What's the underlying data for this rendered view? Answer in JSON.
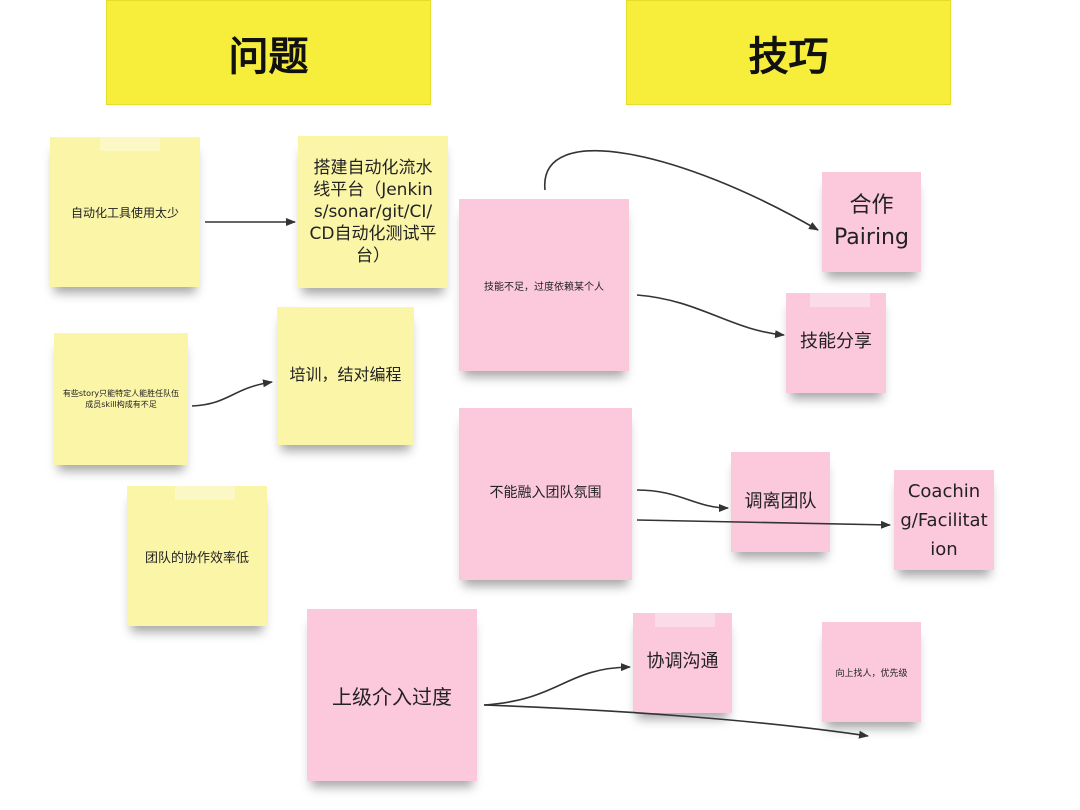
{
  "headers": {
    "problems": "问题",
    "techniques": "技巧"
  },
  "notes": {
    "automation_tools": "自动化工具使用太少",
    "automation_platform": "搭建自动化流水线平台（Jenkins/sonar/git/CI/CD自动化测试平台）",
    "story_specific": "有些story只能特定人能胜任队伍成员skill构成有不足",
    "training_pairing": "培训，结对编程",
    "team_efficiency": "团队的协作效率低",
    "skill_shortage": "技能不足，过度依赖某个人",
    "cooperation_pairing": "合作\nPairing",
    "skill_sharing": "技能分享",
    "team_atmosphere": "不能融入团队氛围",
    "leave_team": "调离团队",
    "coaching": "Coaching/Facilitation",
    "superior_intervention": "上级介入过度",
    "coordination": "协调沟通",
    "escalate": "向上找人，优先级"
  },
  "colors": {
    "header": "#f7ee3c",
    "problem_note": "#fbf5a8",
    "technique_note": "#fbc8dc",
    "arrow": "#333333"
  }
}
